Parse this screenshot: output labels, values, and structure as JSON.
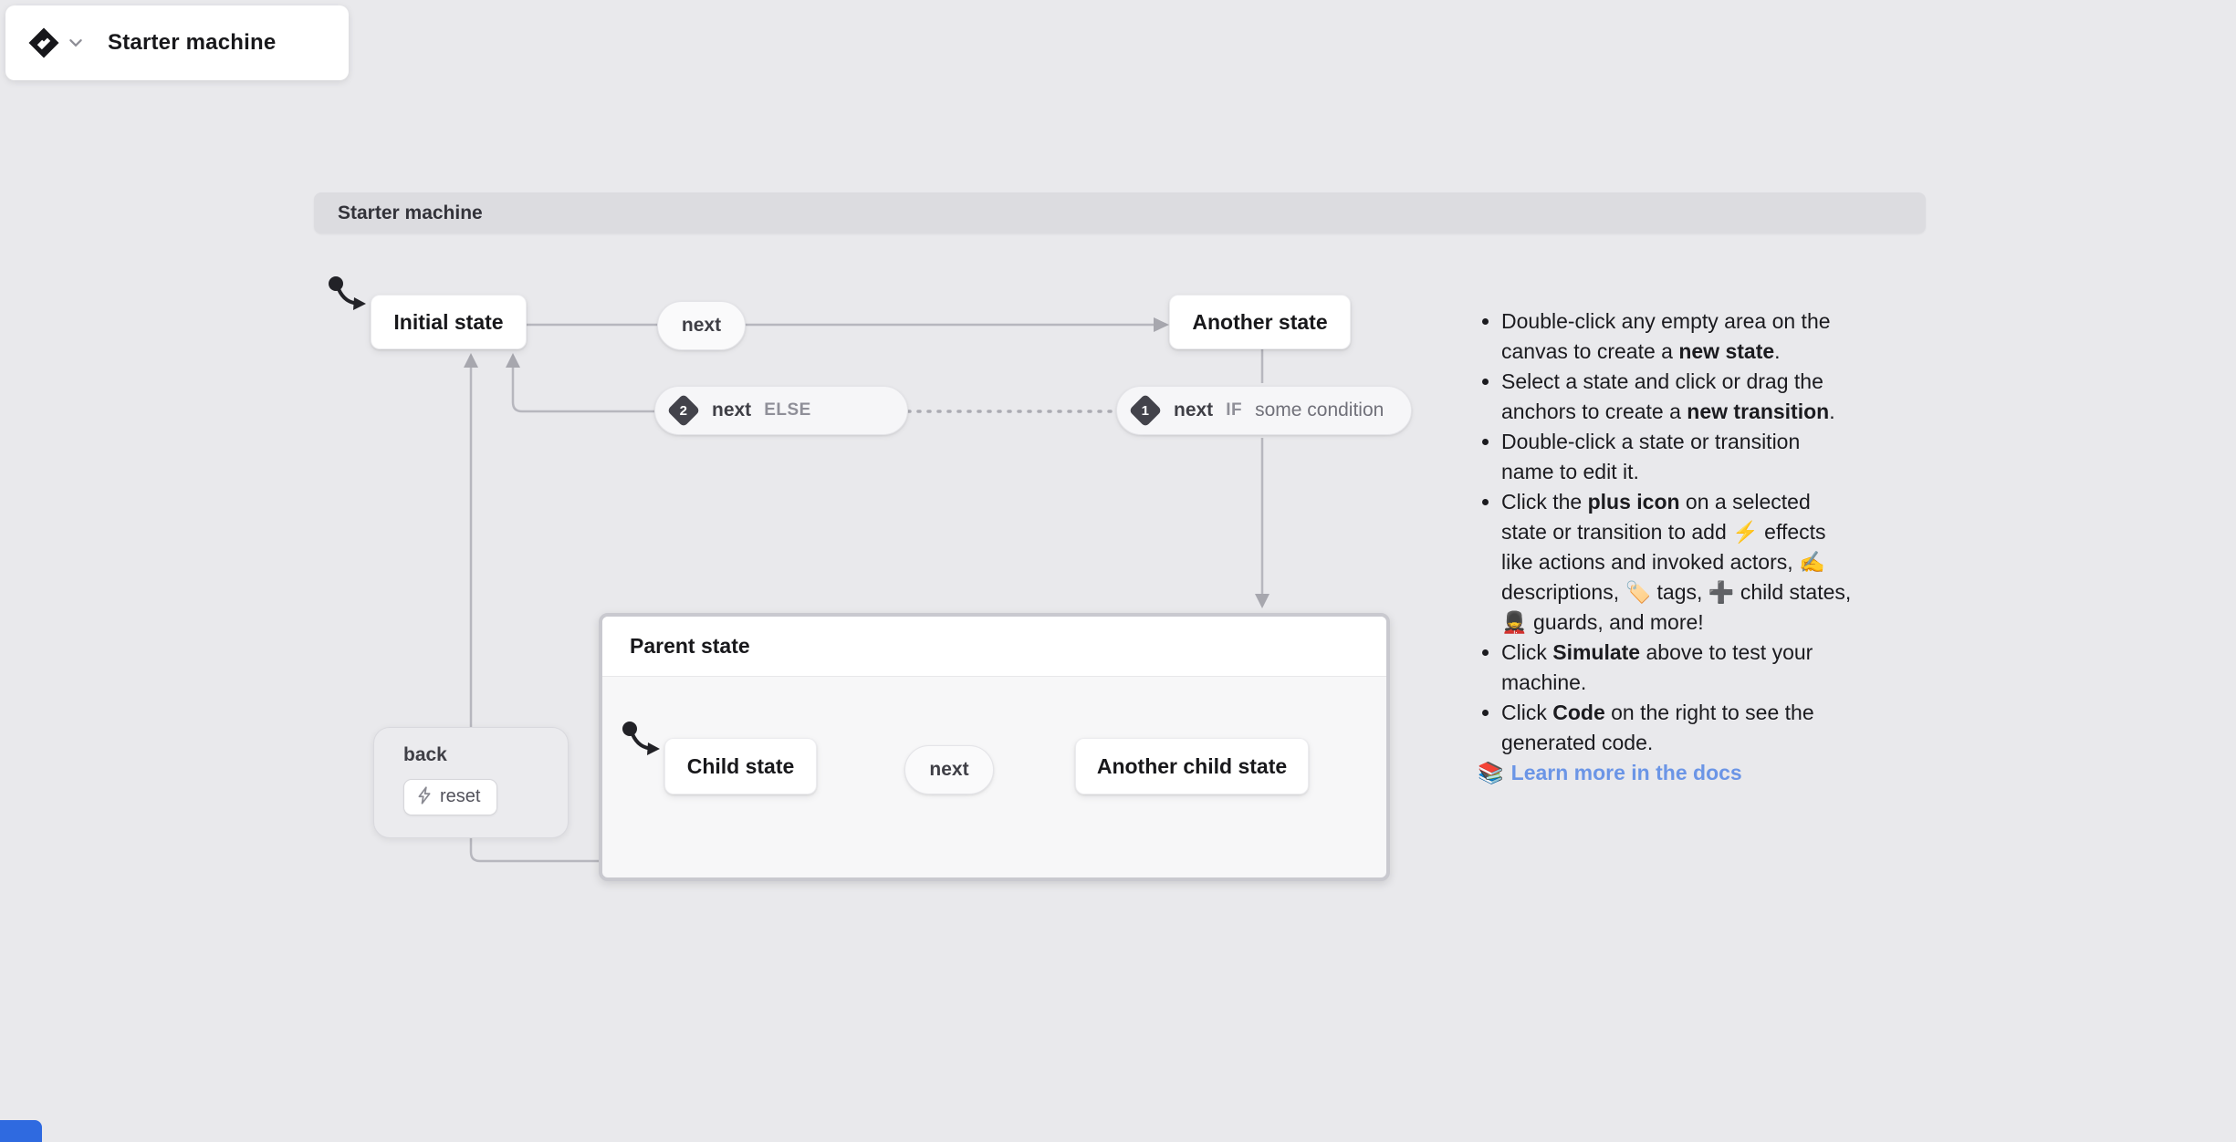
{
  "app": {
    "title": "Starter machine"
  },
  "machine": {
    "title": "Starter machine"
  },
  "nodes": {
    "initial_state": "Initial state",
    "another_state": "Another state",
    "parent_state": "Parent state",
    "child_state": "Child state",
    "another_child_state": "Another child state"
  },
  "transitions": {
    "next_top": "next",
    "next_child": "next",
    "guarded": {
      "order": "1",
      "event": "next",
      "keyword": "IF",
      "condition": "some condition"
    },
    "else_branch": {
      "order": "2",
      "event": "next",
      "keyword": "ELSE"
    },
    "back": {
      "event": "back",
      "action": "reset"
    }
  },
  "instructions": {
    "items": [
      {
        "segments": [
          {
            "text": "Double-click any empty area on the canvas to create a "
          },
          {
            "text": "new state",
            "bold": true
          },
          {
            "text": "."
          }
        ]
      },
      {
        "segments": [
          {
            "text": "Select a state and click or drag the anchors to create a "
          },
          {
            "text": "new transition",
            "bold": true
          },
          {
            "text": "."
          }
        ]
      },
      {
        "segments": [
          {
            "text": "Double-click a state or transition name to edit it."
          }
        ]
      },
      {
        "segments": [
          {
            "text": "Click the "
          },
          {
            "text": "plus icon",
            "bold": true
          },
          {
            "text": " on a selected state or transition to add ⚡ effects like actions and invoked actors, ✍️ descriptions, 🏷️ tags, ➕ child states, 💂 guards, and more!"
          }
        ]
      },
      {
        "segments": [
          {
            "text": "Click "
          },
          {
            "text": "Simulate",
            "bold": true
          },
          {
            "text": " above to test your machine."
          }
        ]
      },
      {
        "segments": [
          {
            "text": "Click "
          },
          {
            "text": "Code",
            "bold": true
          },
          {
            "text": " on the right to see the generated code."
          }
        ]
      }
    ]
  },
  "docs_link": {
    "emoji": "📚",
    "label": "Learn more in the docs"
  },
  "colors": {
    "canvas": "#e9e9ec",
    "machine_bar": "#dcdce0",
    "edge": "#b7b7be",
    "node_bg": "#ffffff",
    "parent_border": "#c9c9cf",
    "badge": "#43434b",
    "link_blue": "#6b95e6",
    "widget_blue": "#2f6ae0"
  }
}
